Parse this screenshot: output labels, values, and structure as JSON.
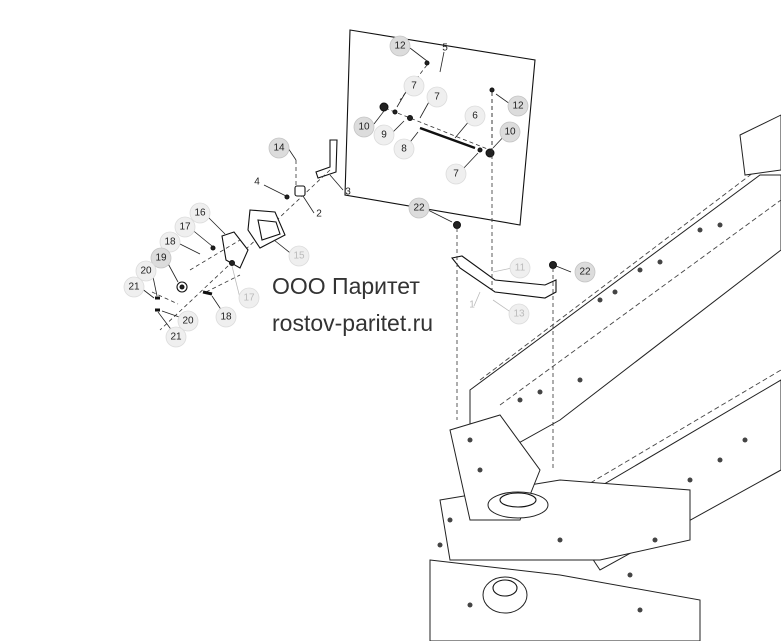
{
  "watermark": {
    "line1": "ООО Паритет",
    "line2": "rostov-paritet.ru"
  },
  "callouts": [
    {
      "id": "c12a",
      "label": "12"
    },
    {
      "id": "c5",
      "label": "5"
    },
    {
      "id": "c7a",
      "label": "7"
    },
    {
      "id": "c12b",
      "label": "12"
    },
    {
      "id": "c7b",
      "label": "7"
    },
    {
      "id": "c10a",
      "label": "10"
    },
    {
      "id": "c9",
      "label": "9"
    },
    {
      "id": "c6",
      "label": "6"
    },
    {
      "id": "c10b",
      "label": "10"
    },
    {
      "id": "c8",
      "label": "8"
    },
    {
      "id": "c7c",
      "label": "7"
    },
    {
      "id": "c14",
      "label": "14"
    },
    {
      "id": "c4",
      "label": "4"
    },
    {
      "id": "c3",
      "label": "3"
    },
    {
      "id": "c2",
      "label": "2"
    },
    {
      "id": "c22a",
      "label": "22"
    },
    {
      "id": "c16",
      "label": "16"
    },
    {
      "id": "c17a",
      "label": "17"
    },
    {
      "id": "c18a",
      "label": "18"
    },
    {
      "id": "c15",
      "label": "15"
    },
    {
      "id": "c19",
      "label": "19"
    },
    {
      "id": "c20a",
      "label": "20"
    },
    {
      "id": "c21a",
      "label": "21"
    },
    {
      "id": "c20b",
      "label": "20"
    },
    {
      "id": "c21b",
      "label": "21"
    },
    {
      "id": "c18b",
      "label": "18"
    },
    {
      "id": "c17b",
      "label": "17"
    },
    {
      "id": "c11",
      "label": "11"
    },
    {
      "id": "c22b",
      "label": "22"
    },
    {
      "id": "c1",
      "label": "1"
    },
    {
      "id": "c13",
      "label": "13"
    }
  ]
}
